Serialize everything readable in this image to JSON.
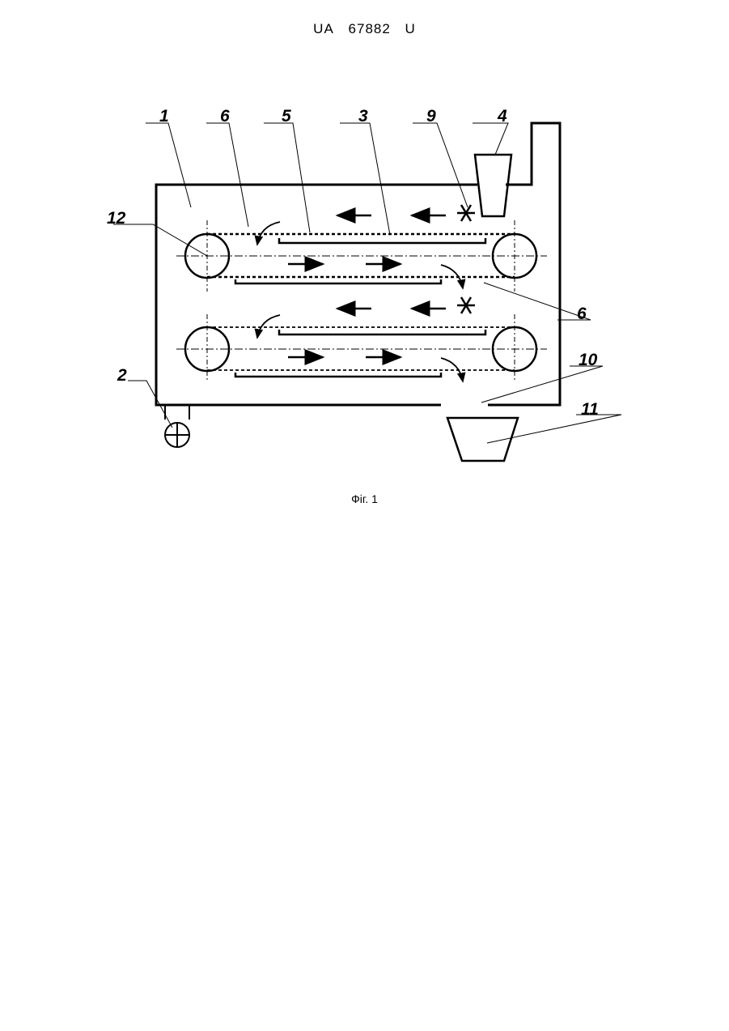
{
  "header": {
    "country": "UA",
    "number": "67882",
    "kind": "U"
  },
  "figure": {
    "labels": {
      "l1": "1",
      "l6a": "6",
      "l5": "5",
      "l3": "3",
      "l9": "9",
      "l4": "4",
      "l12": "12",
      "l6b": "6",
      "l2": "2",
      "l10": "10",
      "l11": "11"
    },
    "caption": "Фіг. 1"
  }
}
